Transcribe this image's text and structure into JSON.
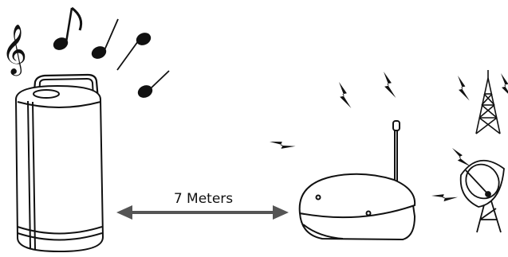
{
  "distance_label": "7 Meters",
  "colors": {
    "ink": "#111111",
    "arrow": "#555555",
    "background": "#ffffff"
  },
  "icons": [
    "treble-clef-icon",
    "music-note-icon",
    "lightning-bolt-icon",
    "transmission-tower-icon",
    "satellite-dish-icon",
    "speaker",
    "receiver-base"
  ]
}
